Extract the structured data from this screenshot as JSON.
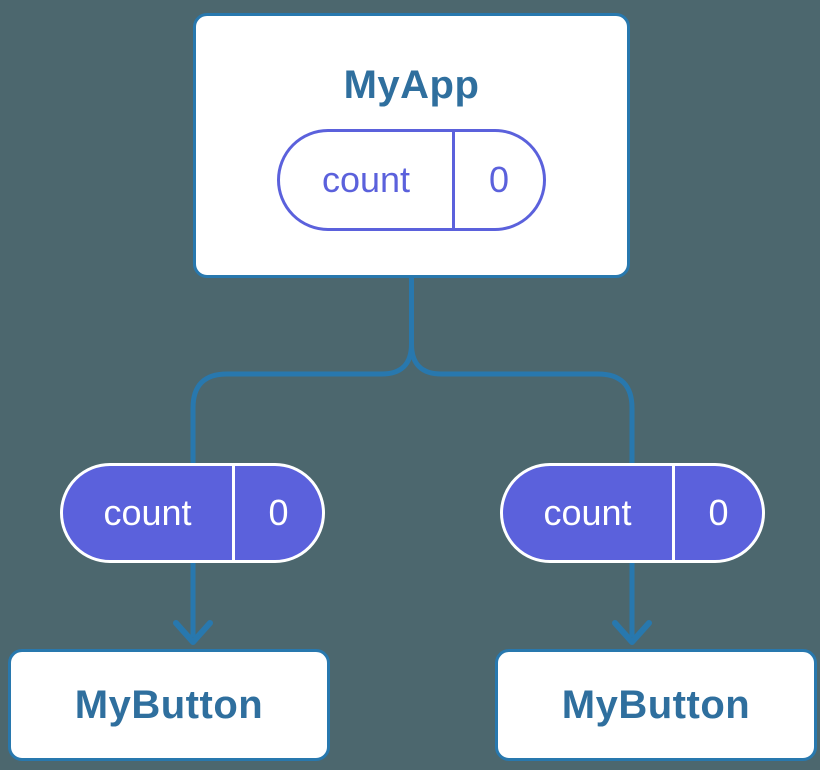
{
  "colors": {
    "background": "#4C676E",
    "connector_blue": "#2878AE",
    "title_blue": "#2F6F9E",
    "state_purple": "#5B61DC",
    "pill_text_on_purple": "#FFFFFF"
  },
  "root": {
    "title": "MyApp",
    "state": {
      "key": "count",
      "value": "0"
    }
  },
  "children": [
    {
      "title": "MyButton",
      "prop": {
        "key": "count",
        "value": "0"
      }
    },
    {
      "title": "MyButton",
      "prop": {
        "key": "count",
        "value": "0"
      }
    }
  ]
}
